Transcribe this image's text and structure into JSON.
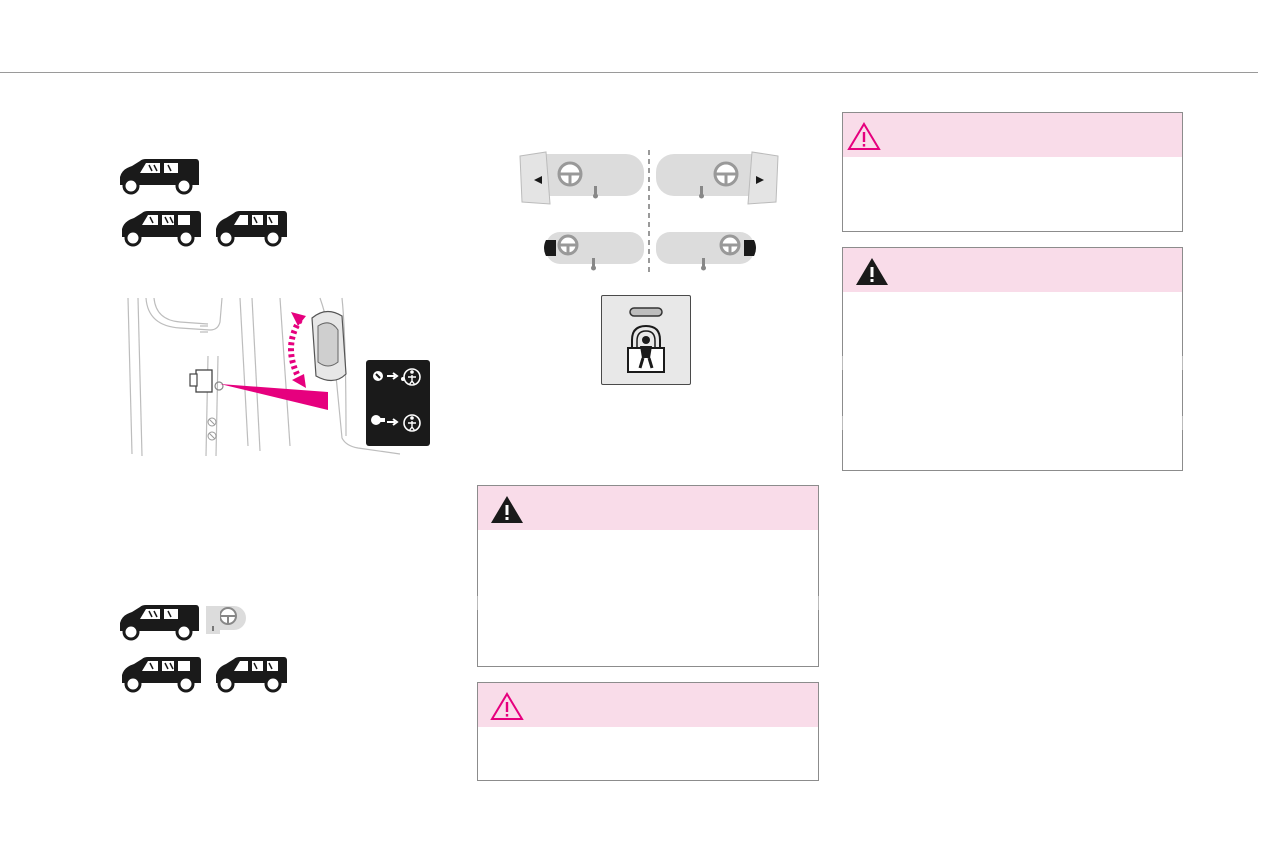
{
  "colors": {
    "accent": "#e6007e",
    "warning_header_bg": "#f9dce9",
    "rule": "#9a9a9a",
    "car": "#1a1a1a",
    "diagram_grey": "#d9d9d9"
  },
  "icons": {
    "vehicle_icons": [
      "van-short-icon",
      "van-long-icon",
      "van-long-icon",
      "van-short-icon",
      "steering-wheel-icon",
      "van-long-icon",
      "van-long-icon"
    ],
    "layout_diagrams": [
      "lhd-front-doors",
      "rhd-front-doors",
      "lhd-rear",
      "rhd-rear"
    ],
    "switch_panel": "child-lock-indicator-icon",
    "door_detail": "child-lock-door-switch-illustration"
  },
  "warning_boxes": [
    {
      "type": "caution",
      "icon": "warning-outline-icon"
    },
    {
      "type": "danger",
      "icon": "warning-solid-icon"
    },
    {
      "type": "danger",
      "icon": "warning-solid-icon"
    },
    {
      "type": "caution",
      "icon": "warning-outline-icon"
    }
  ]
}
